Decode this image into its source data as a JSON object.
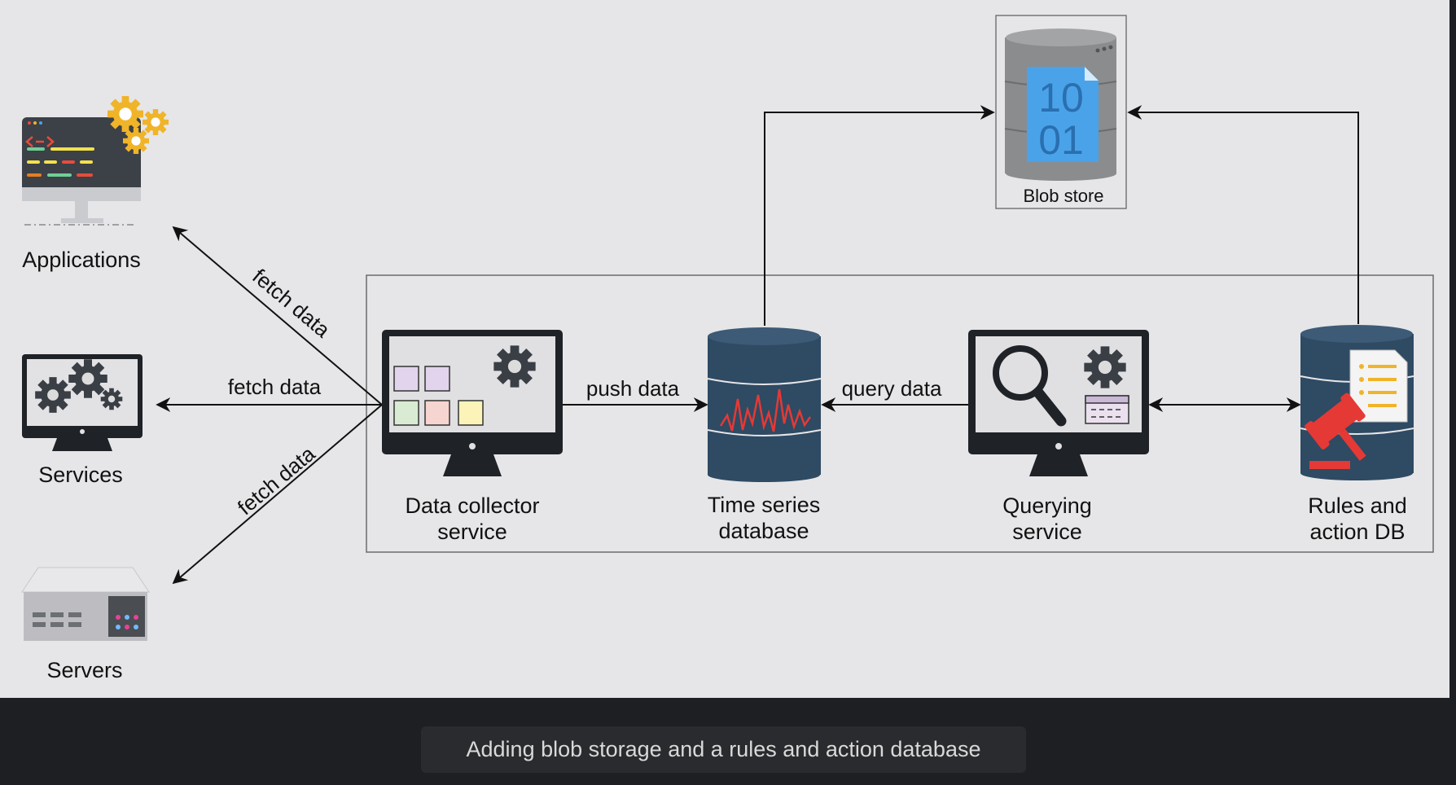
{
  "diagram": {
    "nodes": {
      "applications": "Applications",
      "services": "Services",
      "servers": "Servers",
      "data_collector": [
        "Data collector",
        "service"
      ],
      "time_series": [
        "Time series",
        "database"
      ],
      "querying": [
        "Querying",
        "service"
      ],
      "rules": [
        "Rules and",
        "action DB"
      ],
      "blob_store": "Blob store"
    },
    "edges": {
      "fetch_apps": "fetch data",
      "fetch_services": "fetch data",
      "fetch_servers": "fetch data",
      "push": "push data",
      "query": "query data"
    },
    "blob_digits": [
      "10",
      "01"
    ]
  },
  "caption": "Adding blob storage and a rules and action database",
  "colors": {
    "canvas": "#e6e6e8",
    "frame": "#1e1f22",
    "db_blue": "#2f4a63",
    "accent_yellow": "#f0b429",
    "alert_red": "#e53935",
    "blob_blue": "#4aa3e8"
  }
}
